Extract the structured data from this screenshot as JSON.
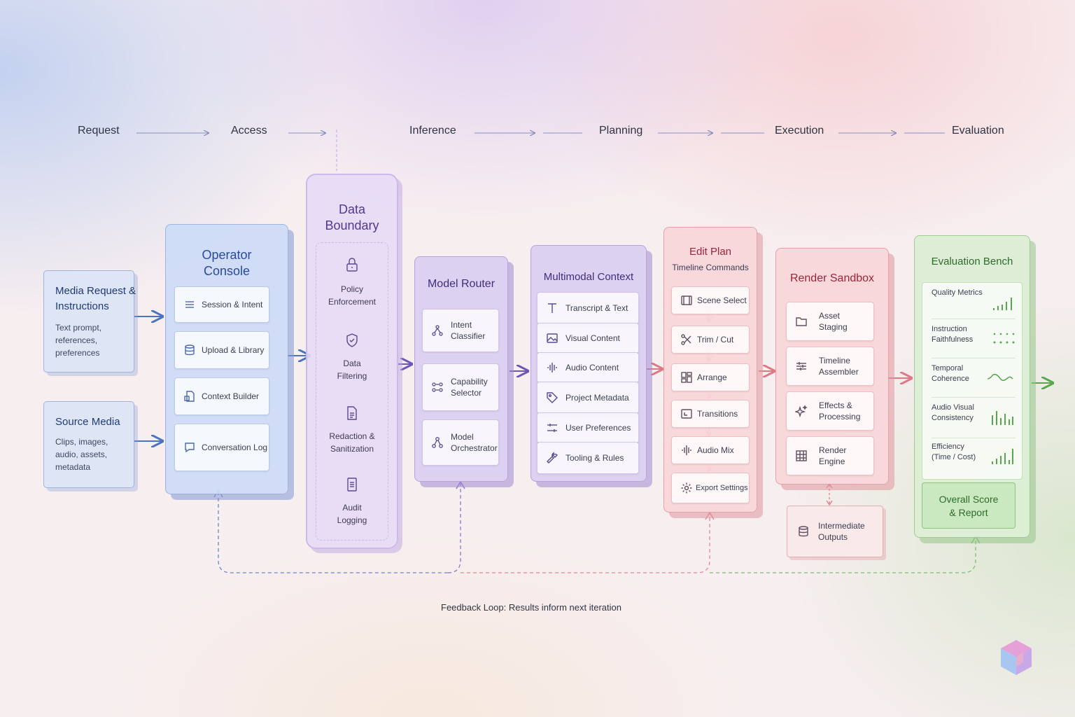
{
  "stages": [
    "Request",
    "Access",
    "Inference",
    "Planning",
    "Execution",
    "Evaluation"
  ],
  "inputs": {
    "media_request": {
      "title": "Media Request & Instructions",
      "sub": "Text prompt, references, preferences"
    },
    "source_media": {
      "title": "Source Media",
      "sub": "Clips, images, audio, assets, metadata"
    }
  },
  "operator_console": {
    "title": "Operator Console",
    "items": [
      {
        "label": "Session & Intent",
        "icon": "list-icon"
      },
      {
        "label": "Upload & Library",
        "icon": "database-icon"
      },
      {
        "label": "Context Builder",
        "icon": "context-builder-icon"
      },
      {
        "label": "Conversation Log",
        "icon": "chat-bubble-icon"
      }
    ]
  },
  "data_boundary": {
    "title": "Data Boundary",
    "items": [
      {
        "label": "Policy Enforcement",
        "icon": "lock-icon"
      },
      {
        "label": "Data Filtering",
        "icon": "shield-check-icon"
      },
      {
        "label": "Redaction & Sanitization",
        "icon": "document-icon"
      },
      {
        "label": "Audit Logging",
        "icon": "log-document-icon"
      }
    ]
  },
  "model_router": {
    "title": "Model Router",
    "items": [
      {
        "label": "Intent Classifier",
        "icon": "branch-nodes-icon"
      },
      {
        "label": "Capability Selector",
        "icon": "circles-grid-icon"
      },
      {
        "label": "Model Orchestrator",
        "icon": "orchestrator-nodes-icon"
      }
    ]
  },
  "multimodal_context": {
    "title": "Multimodal Context",
    "items": [
      {
        "label": "Transcript & Text",
        "icon": "text-icon"
      },
      {
        "label": "Visual Content",
        "icon": "image-icon"
      },
      {
        "label": "Audio Content",
        "icon": "waveform-icon"
      },
      {
        "label": "Project Metadata",
        "icon": "tag-icon"
      },
      {
        "label": "User Preferences",
        "icon": "sliders-icon"
      },
      {
        "label": "Tooling & Rules",
        "icon": "wrench-icon"
      }
    ]
  },
  "edit_plan": {
    "title": "Edit Plan",
    "subtitle": "Timeline Commands",
    "items": [
      {
        "label": "Scene Select",
        "icon": "film-frame-icon"
      },
      {
        "label": "Trim / Cut",
        "icon": "scissors-icon"
      },
      {
        "label": "Arrange",
        "icon": "layout-grid-icon"
      },
      {
        "label": "Transitions",
        "icon": "transition-icon"
      },
      {
        "label": "Audio Mix",
        "icon": "waveform-icon"
      },
      {
        "label": "Export Settings",
        "icon": "gear-icon"
      }
    ]
  },
  "render_sandbox": {
    "title": "Render Sandbox",
    "items": [
      {
        "label": "Asset Staging",
        "icon": "folder-icon"
      },
      {
        "label": "Timeline Assembler",
        "icon": "timeline-icon"
      },
      {
        "label": "Effects & Processing",
        "icon": "sparkle-icon"
      },
      {
        "label": "Render Engine",
        "icon": "render-grid-icon"
      }
    ],
    "intermediate": {
      "label": "Intermediate Outputs",
      "icon": "database-icon"
    }
  },
  "evaluation_bench": {
    "title": "Evaluation Bench",
    "metrics": [
      {
        "label": "Quality Metrics",
        "viz": "bars-icon"
      },
      {
        "label": "Instruction Faithfulness",
        "viz": "dots-icon"
      },
      {
        "label": "Temporal Coherence",
        "viz": "wave-icon"
      },
      {
        "label": "Audio Visual Consistency",
        "viz": "bars-icon"
      },
      {
        "label": "Efficiency (Time / Cost)",
        "viz": "bars-icon"
      }
    ],
    "overall": "Overall Score & Report"
  },
  "feedback_label": "Feedback Loop: Results inform next iteration",
  "colors": {
    "blue": "#4b72c0",
    "purple": "#6b55b8",
    "pink": "#e07783",
    "green": "#5aa552"
  }
}
